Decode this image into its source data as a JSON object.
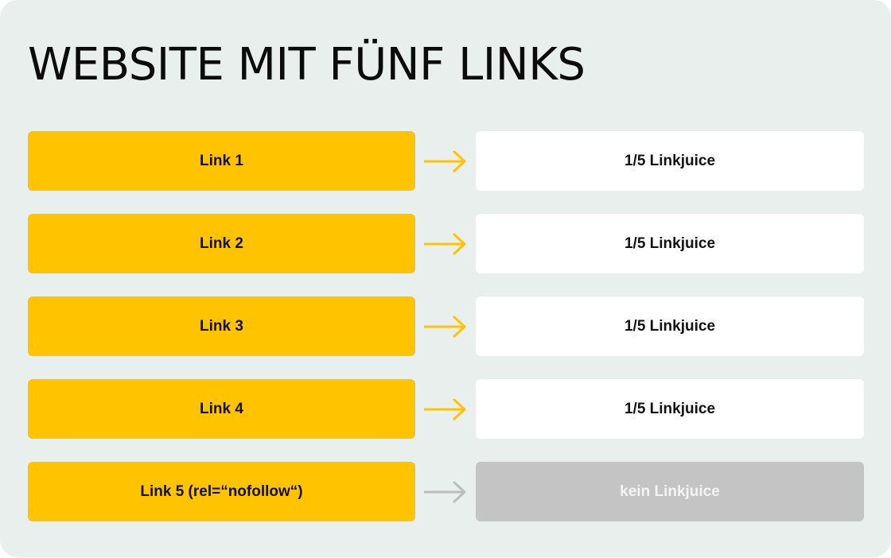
{
  "title": "WEBSITE MIT FÜNF LINKS",
  "colors": {
    "background": "#e9efed",
    "link_box": "#ffc300",
    "arrow_active": "#ffc300",
    "arrow_inactive": "#bdbdbd",
    "juice_box": "#ffffff",
    "juice_box_none": "#c4c4c4"
  },
  "rows": [
    {
      "link": "Link 1",
      "juice": "1/5 Linkjuice",
      "passes_juice": true
    },
    {
      "link": "Link 2",
      "juice": "1/5 Linkjuice",
      "passes_juice": true
    },
    {
      "link": "Link 3",
      "juice": "1/5 Linkjuice",
      "passes_juice": true
    },
    {
      "link": "Link 4",
      "juice": "1/5 Linkjuice",
      "passes_juice": true
    },
    {
      "link": "Link 5 (rel=“nofollow“)",
      "juice": "kein Linkjuice",
      "passes_juice": false
    }
  ]
}
